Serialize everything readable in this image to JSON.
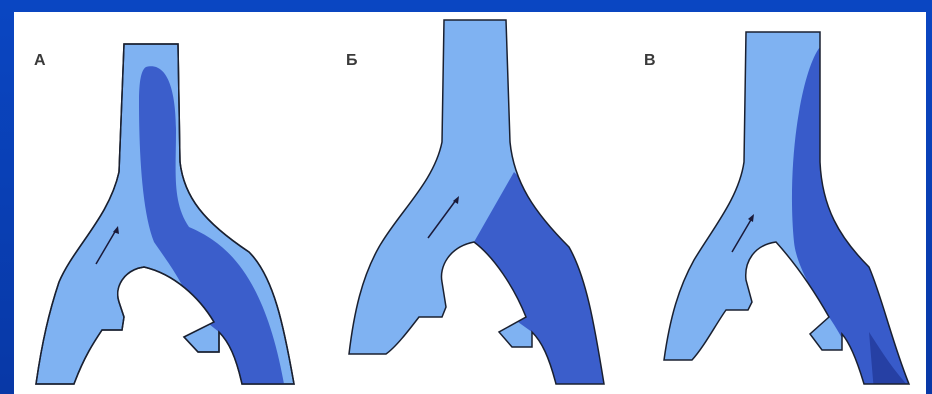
{
  "panels": [
    {
      "label": "А"
    },
    {
      "label": "Б"
    },
    {
      "label": "В"
    }
  ],
  "colors": {
    "frame": "#0a3fb4",
    "background": "#ffffff",
    "vessel_light": "#7fb2f2",
    "vessel_dark": "#2f4fc4",
    "vessel_outline": "#1a2030",
    "arrow": "#1a1a3a"
  }
}
